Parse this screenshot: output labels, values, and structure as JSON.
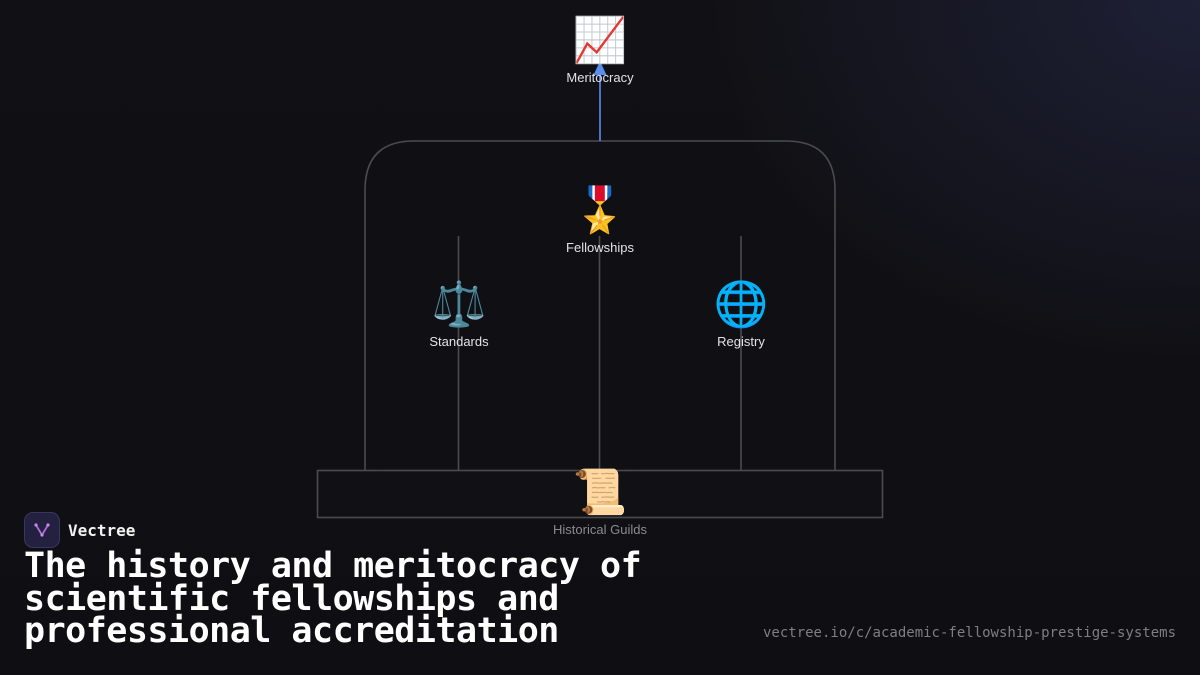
{
  "diagram": {
    "top": {
      "icon": "chart-increasing-icon",
      "glyph": "📈",
      "label": "Meritocracy"
    },
    "center": {
      "icon": "military-medal-icon",
      "glyph": "🎖️",
      "label": "Fellowships"
    },
    "left": {
      "icon": "balance-scale-icon",
      "glyph": "⚖️",
      "label": "Standards"
    },
    "right": {
      "icon": "globe-icon",
      "glyph": "🌐",
      "label": "Registry"
    },
    "base": {
      "icon": "scroll-icon",
      "glyph": "📜",
      "label": "Historical Guilds"
    }
  },
  "brand": {
    "name": "Vectree",
    "icon": "vectree-logo-icon"
  },
  "title": "The history and meritocracy of scientific fellowships and professional accreditation",
  "url": "vectree.io/c/academic-fellowship-prestige-systems",
  "colors": {
    "background": "#111115",
    "arrow": "#5b8def",
    "structure": "#4a4a52",
    "brand_accent": "#b06ad8"
  }
}
